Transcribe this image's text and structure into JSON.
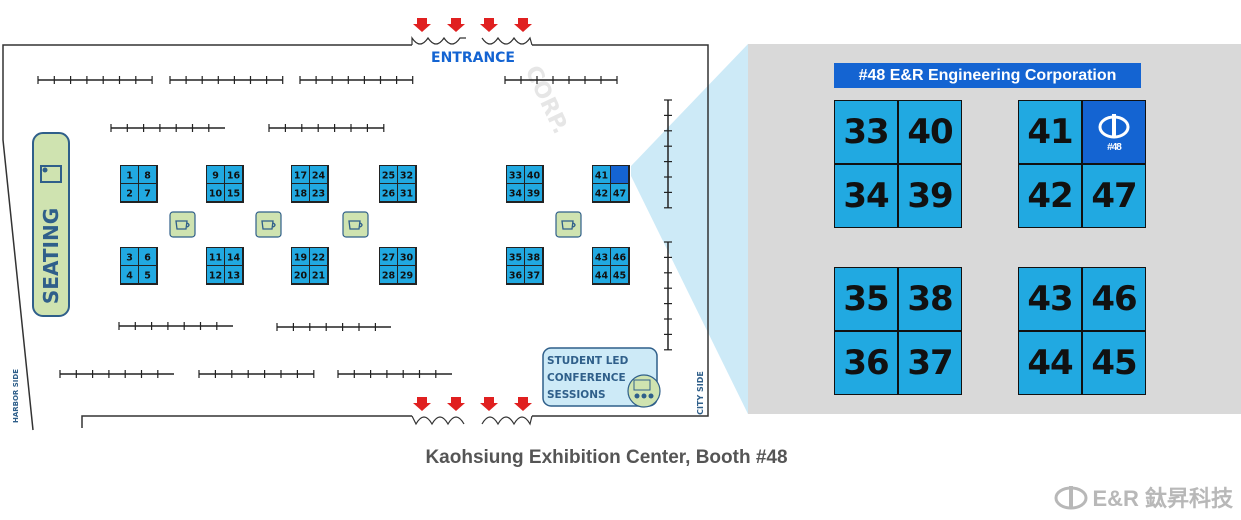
{
  "floor": {
    "entrance_label": "ENTRANCE",
    "seating_label": "SEATING",
    "sessions_lines": [
      "STUDENT LED",
      "CONFERENCE",
      "SESSIONS"
    ],
    "harbor_side": "HARBOR SIDE",
    "city_side": "CITY SIDE",
    "booth_groups": [
      [
        "1",
        "8",
        "2",
        "7"
      ],
      [
        "9",
        "16",
        "10",
        "15"
      ],
      [
        "17",
        "24",
        "18",
        "23"
      ],
      [
        "25",
        "32",
        "26",
        "31"
      ],
      [
        "33",
        "40",
        "34",
        "39"
      ],
      [
        "41",
        "",
        "42",
        "47"
      ],
      [
        "3",
        "6",
        "4",
        "5"
      ],
      [
        "11",
        "14",
        "12",
        "13"
      ],
      [
        "19",
        "22",
        "20",
        "21"
      ],
      [
        "27",
        "30",
        "28",
        "29"
      ],
      [
        "35",
        "38",
        "36",
        "37"
      ],
      [
        "43",
        "46",
        "44",
        "45"
      ]
    ]
  },
  "zoom": {
    "title": "#48 E&R Engineering Corporation",
    "clusters": [
      [
        "33",
        "40",
        "34",
        "39"
      ],
      [
        "41",
        "",
        "42",
        "47"
      ],
      [
        "35",
        "38",
        "36",
        "37"
      ],
      [
        "43",
        "46",
        "44",
        "45"
      ]
    ],
    "highlight_label": "#48"
  },
  "caption": "Kaohsiung Exhibition Center, Booth #48",
  "brand": {
    "name": "E&R 鈦昇科技"
  },
  "colors": {
    "booth": "#21a9e1",
    "highlight": "#1464d2",
    "arrow": "#e02020",
    "coffee": "#cfe3b0"
  }
}
